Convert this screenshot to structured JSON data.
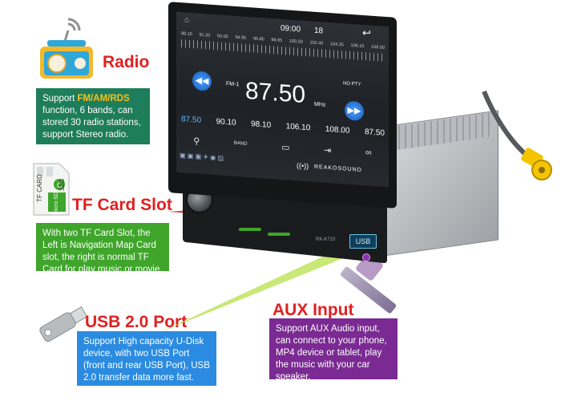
{
  "radio": {
    "title": "Radio",
    "desc_prefix": "Support ",
    "desc_highlight": "FM/AM/RDS",
    "desc_rest": "function, 6 bands, can stored 30 radio stations, support Stereo radio.",
    "colors": {
      "title": "#e02020",
      "box": "#1e7d5a",
      "highlight": "#f6c21b"
    }
  },
  "tf_card": {
    "title": "TF Card Slot",
    "desc": "With two TF Card Slot, the Left is Navigation Map Card slot, the right is normal TF Card for play music or movie.",
    "card_text": "TF CARD",
    "card_brand": "micro SD",
    "card_capacity": "32G",
    "colors": {
      "title": "#e02020",
      "box": "#3fa52b"
    }
  },
  "usb": {
    "title": "USB 2.0 Port",
    "desc": "Support High capacity U-Disk device, with two USB Port (front and rear USB Port), USB 2.0 transfer data more fast.",
    "colors": {
      "title": "#e02020",
      "box": "#2b8be0"
    }
  },
  "aux": {
    "title": "AUX Input",
    "desc": "Support AUX Audio input, can connect to your phone, MP4 device or tablet, play the music with your car speaker.",
    "colors": {
      "title": "#e02020",
      "box": "#7b2a93"
    }
  },
  "device": {
    "brand": "REAKOSOUND",
    "usb_label": "USB",
    "model": "RK-K710",
    "screen": {
      "time": "09:00",
      "signal": "18",
      "band": "FM-1",
      "frequency": "87.50",
      "unit": "MHz",
      "rds": "NO PTY",
      "scale": [
        "88.15",
        "91.20",
        "93.05",
        "94.95",
        "96.80",
        "98.65",
        "100.50",
        "102.40",
        "104.25",
        "106.10",
        "108.00"
      ],
      "presets": [
        "87.50",
        "90.10",
        "98.10",
        "106.10",
        "108.00",
        "87.50"
      ],
      "bottom_labels": [
        "BAND"
      ]
    }
  }
}
